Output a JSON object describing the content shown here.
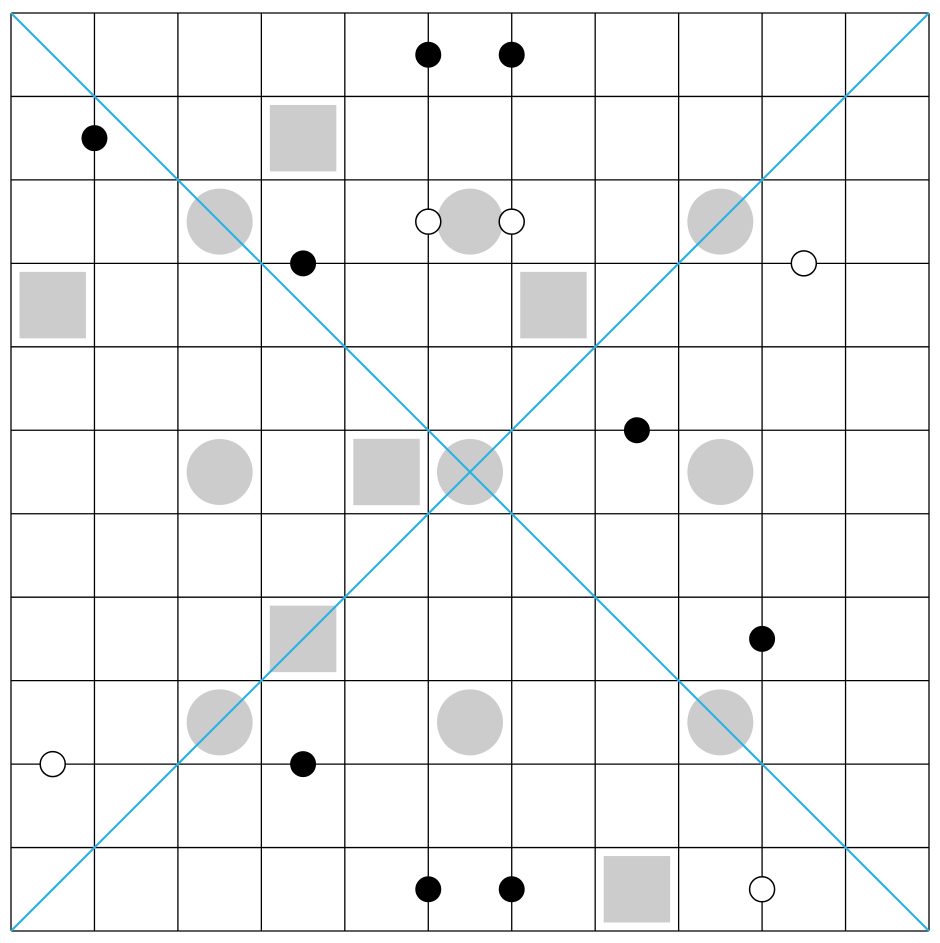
{
  "puzzle": {
    "grid_size": 11,
    "colors": {
      "grid_line": "#000000",
      "diagonal": "#29b3e3",
      "shape_fill": "#cccccc",
      "black_dot": "#000000",
      "white_dot": "#ffffff"
    },
    "gray_squares": [
      {
        "row": 1,
        "col": 3
      },
      {
        "row": 3,
        "col": 0
      },
      {
        "row": 3,
        "col": 6
      },
      {
        "row": 5,
        "col": 4
      },
      {
        "row": 7,
        "col": 3
      },
      {
        "row": 10,
        "col": 7
      }
    ],
    "gray_circles": [
      {
        "row": 2,
        "col": 2
      },
      {
        "row": 2,
        "col": 5
      },
      {
        "row": 2,
        "col": 8
      },
      {
        "row": 5,
        "col": 2
      },
      {
        "row": 5,
        "col": 5
      },
      {
        "row": 5,
        "col": 8
      },
      {
        "row": 8,
        "col": 2
      },
      {
        "row": 8,
        "col": 5
      },
      {
        "row": 8,
        "col": 8
      }
    ],
    "black_dots": [
      {
        "row": 0.5,
        "col": 5
      },
      {
        "row": 0.5,
        "col": 6
      },
      {
        "row": 1.5,
        "col": 1
      },
      {
        "row": 3,
        "col": 3.5
      },
      {
        "row": 5,
        "col": 7.5
      },
      {
        "row": 7.5,
        "col": 9
      },
      {
        "row": 9,
        "col": 3.5
      },
      {
        "row": 10.5,
        "col": 5
      },
      {
        "row": 10.5,
        "col": 6
      }
    ],
    "white_dots": [
      {
        "row": 2.5,
        "col": 5
      },
      {
        "row": 2.5,
        "col": 6
      },
      {
        "row": 3,
        "col": 9.5
      },
      {
        "row": 9,
        "col": 0.5
      },
      {
        "row": 10.5,
        "col": 9
      }
    ]
  }
}
